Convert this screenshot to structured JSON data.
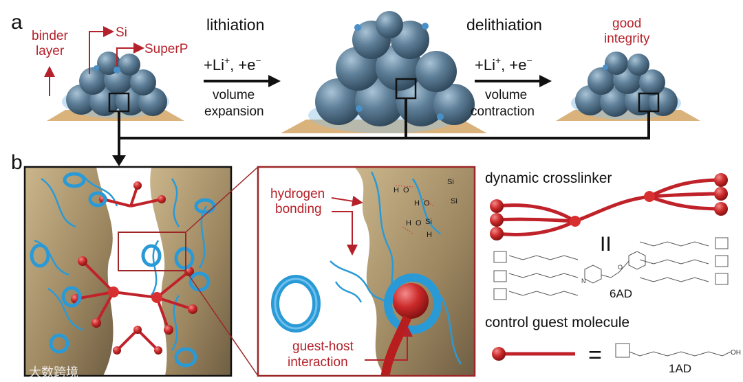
{
  "panels": {
    "a": "a",
    "b": "b"
  },
  "panel_a": {
    "labels": {
      "binder_layer_1": "binder",
      "binder_layer_2": "layer",
      "si": "Si",
      "superp": "SuperP",
      "good_integrity_1": "good",
      "good_integrity_2": "integrity"
    },
    "steps": {
      "lithiation": {
        "title": "lithiation",
        "ion_base": "+Li",
        "ion_sup": "+",
        "electron_base": ", +e",
        "electron_sup": "−",
        "caption_1": "volume",
        "caption_2": "expansion"
      },
      "delithiation": {
        "title": "delithiation",
        "ion_base": "+Li",
        "ion_sup": "+",
        "electron_base": ", +e",
        "electron_sup": "−",
        "caption_1": "volume",
        "caption_2": "contraction"
      }
    }
  },
  "panel_b": {
    "zoom_labels": {
      "hydrogen_1": "hydrogen",
      "hydrogen_2": "bonding",
      "guest_host_1": "guest-host",
      "guest_host_2": "interaction"
    },
    "chem_atoms": [
      "H",
      "O",
      "Si",
      "H",
      "O",
      "Si",
      "H",
      "O",
      "Si",
      "H"
    ],
    "right": {
      "dynamic_crosslinker": "dynamic crosslinker",
      "equals_vertical": "II",
      "code_6ad": "6AD",
      "control_guest": "control guest molecule",
      "equals": "=",
      "code_1ad": "1AD",
      "oh": "OH",
      "nh": "N",
      "o": "O"
    }
  },
  "watermark": "大数跨境",
  "colors": {
    "red": "#b5212a",
    "blue": "#2a9ad6",
    "sphere": "#4b6d86",
    "substrate": "#d9b27c",
    "rock": "#a38e68",
    "black": "#111111"
  }
}
